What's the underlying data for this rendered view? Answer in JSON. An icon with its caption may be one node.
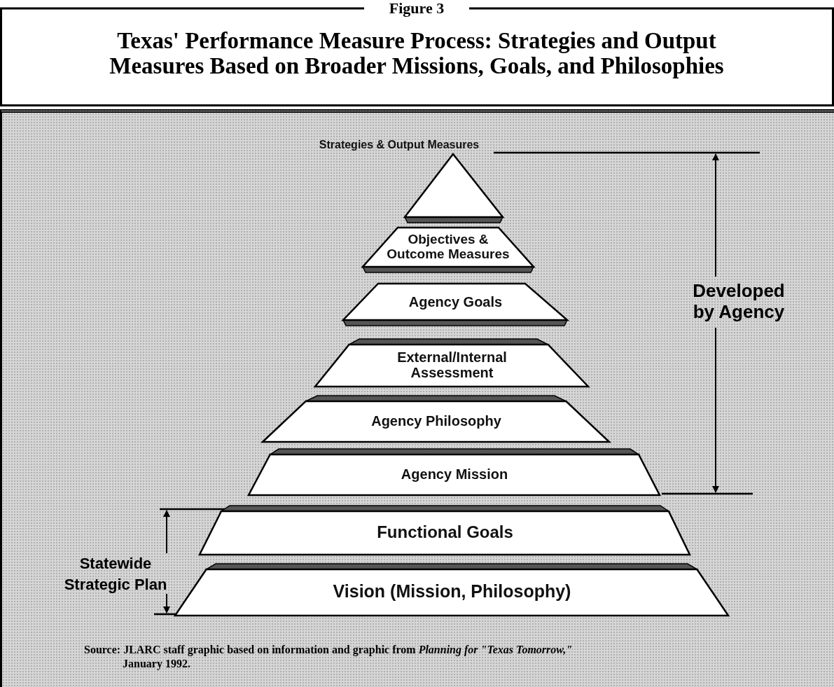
{
  "diagram": {
    "title": "Texas' Performance Measure Process: Strategies and Output Measures Based on Broader Missions, Goals, and Philosophies",
    "caption": "Source: JLARC staff graphic based on information and graphic from *Planning for \"Texas Tomorrow,\"* January 1992.",
    "nodes": [
      {
        "text": [
          "Strategies & Output Measures"
        ]
      },
      {
        "text": [
          "Objectives & Outcome Measures"
        ]
      },
      {
        "text": [
          "Agency Goals"
        ]
      },
      {
        "text": [
          "External/Internal Assessment"
        ]
      },
      {
        "text": [
          "Agency Philosophy"
        ]
      },
      {
        "text": [
          "Agency Mission"
        ]
      },
      {
        "text": [
          "Functional Goals"
        ]
      },
      {
        "text": [
          "Vision (Mission, Philosophy)"
        ]
      }
    ],
    "labels": [
      "Figure 3",
      "Developed by Agency",
      "Statewide Strategic Plan"
    ]
  }
}
